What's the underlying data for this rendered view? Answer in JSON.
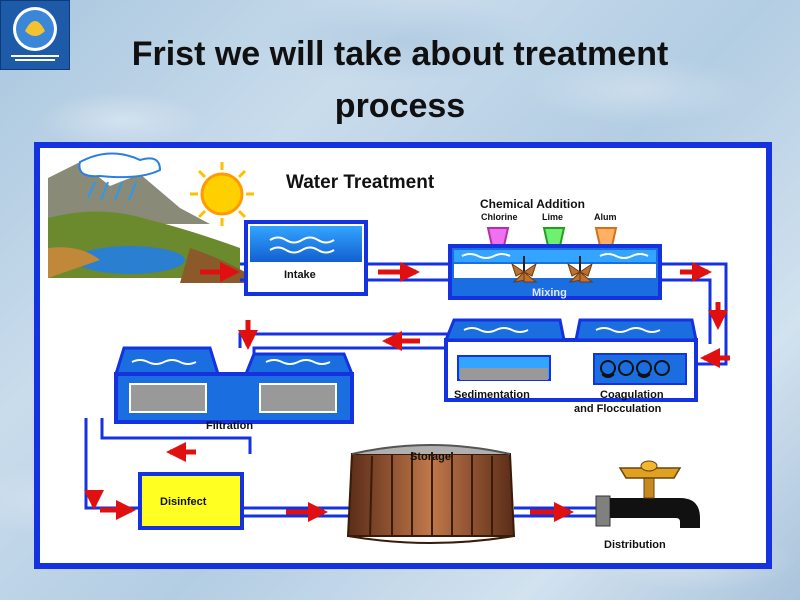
{
  "slide": {
    "title_line1": "Frist we will take about treatment",
    "title_line2": "process"
  },
  "diagram": {
    "heading": "Water Treatment",
    "chemical_addition": "Chemical Addition",
    "chemicals": [
      "Chlorine",
      "Lime",
      "Alum"
    ],
    "stages": {
      "intake": "Intake",
      "mixing": "Mixing",
      "sedimentation": "Sedimentation",
      "coagulation_line1": "Coagulation",
      "coagulation_line2": "and Flocculation",
      "filtration": "Filtration",
      "disinfect": "Disinfect",
      "storage": "Storage",
      "distribution": "Distribution"
    }
  },
  "colors": {
    "frame": "#1432e0",
    "pipe": "#1432e0",
    "water": "#1e8ff0",
    "arrow": "#e01010",
    "disinfect_fill": "#ffff22",
    "storage_brown": "#8a4a2a"
  }
}
